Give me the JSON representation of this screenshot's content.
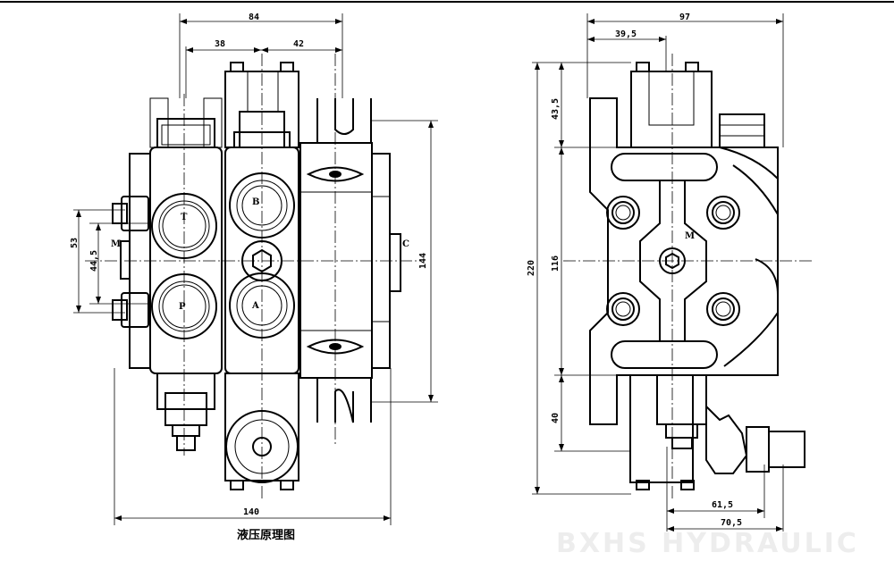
{
  "caption": "液压原理图",
  "watermark": "BXHS HYDRAULIC",
  "front_view": {
    "dimensions": {
      "width_top": "84",
      "left_offset": "38",
      "right_offset": "42",
      "left_height": "53",
      "inner_height": "44,5",
      "right_height": "144",
      "bottom_width": "140"
    },
    "port_labels": {
      "t": "T",
      "p": "P",
      "b": "B",
      "a": "A",
      "m": "M",
      "c": "C"
    }
  },
  "side_view": {
    "dimensions": {
      "width_top": "97",
      "offset_top": "39,5",
      "height_top": "43,5",
      "total_height": "220",
      "center_height": "116",
      "bottom_height": "40",
      "bottom_width_1": "61,5",
      "bottom_width_2": "70,5"
    },
    "port_labels": {
      "m": "M"
    }
  }
}
